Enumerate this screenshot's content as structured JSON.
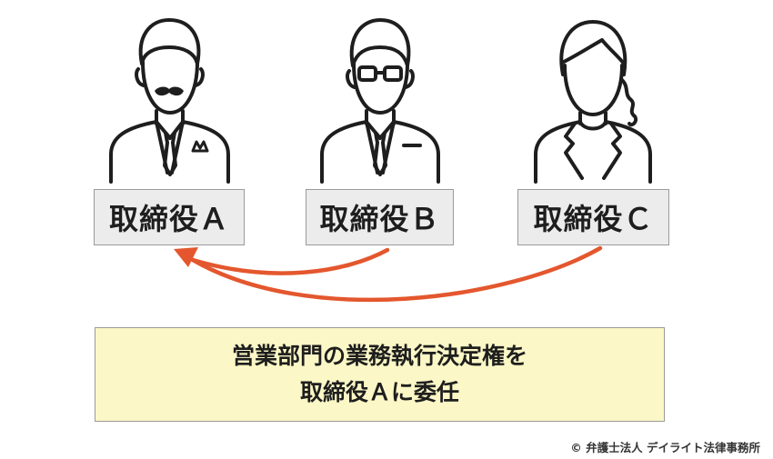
{
  "directors": [
    {
      "id": "a",
      "label": "取締役Ａ",
      "icon": "man-with-mustache-icon"
    },
    {
      "id": "b",
      "label": "取締役Ｂ",
      "icon": "man-with-glasses-icon"
    },
    {
      "id": "c",
      "label": "取締役Ｃ",
      "icon": "woman-icon"
    }
  ],
  "delegation_note": {
    "line1": "営業部門の業務執行決定権を",
    "line2": "取締役Ａに委任"
  },
  "copyright": "© 弁護士法人 デイライト法律事務所",
  "colors": {
    "arrow": "#e4572e",
    "note_background": "#fbf7c6",
    "label_background": "#ececec",
    "stroke": "#1e1e1e"
  }
}
